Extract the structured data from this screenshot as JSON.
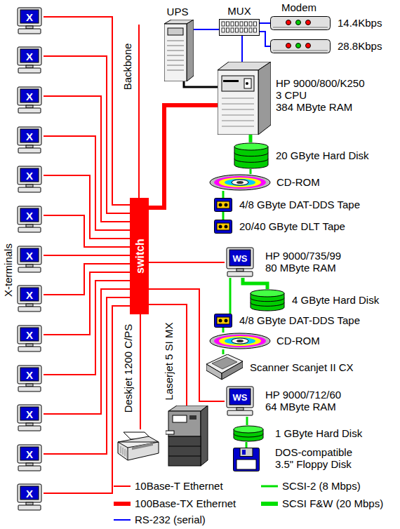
{
  "diagram": {
    "nodes": [
      {
        "text": [
          "X"
        ]
      },
      {
        "text": [
          "X"
        ]
      },
      {
        "text": [
          "X"
        ]
      },
      {
        "text": [
          "X"
        ]
      },
      {
        "text": [
          "X"
        ]
      },
      {
        "text": [
          "X"
        ]
      },
      {
        "text": [
          "X"
        ]
      },
      {
        "text": [
          "X"
        ]
      },
      {
        "text": [
          "X"
        ]
      },
      {
        "text": [
          "X"
        ]
      },
      {
        "text": [
          "X"
        ]
      },
      {
        "text": [
          "X"
        ]
      },
      {
        "text": [
          "X"
        ]
      },
      {
        "text": [
          "switch"
        ]
      },
      {
        "text": [
          "UPS"
        ]
      },
      {
        "text": [
          "MUX"
        ]
      },
      {
        "text": [
          "Modem",
          "14.4Kbps"
        ]
      },
      {
        "text": [
          "28.8Kbps"
        ]
      },
      {
        "text": [
          "HP 9000/800/K250 3 CPU 384 MByte RAM"
        ]
      },
      {
        "text": [
          "20 GByte Hard Disk"
        ]
      },
      {
        "text": [
          "CD-ROM"
        ]
      },
      {
        "text": [
          "4/8 GByte DAT-DDS Tape"
        ]
      },
      {
        "text": [
          "20/40 GByte DLT Tape"
        ]
      },
      {
        "text": [
          "WS",
          "HP 9000/735/99 80 MByte RAM"
        ]
      },
      {
        "text": [
          "4 GByte Hard Disk"
        ]
      },
      {
        "text": [
          "4/8 GByte DAT-DDS Tape"
        ]
      },
      {
        "text": [
          "CD-ROM"
        ]
      },
      {
        "text": [
          "Scanner Scanjet II CX"
        ]
      },
      {
        "text": [
          "WS",
          "HP 9000/712/60 64 MByte RAM"
        ]
      },
      {
        "text": [
          "1 GByte Hard Disk"
        ]
      },
      {
        "text": [
          "DOS-compatible 3.5\" Floppy Disk"
        ]
      },
      {
        "text": [
          "Deskjet 1200 C/PS"
        ]
      },
      {
        "text": [
          "Laserjet 5 SI MX"
        ]
      }
    ],
    "edges": [
      {
        "from": 0,
        "to": 13,
        "arrow": "none"
      },
      {
        "from": 1,
        "to": 13,
        "arrow": "none"
      },
      {
        "from": 2,
        "to": 13,
        "arrow": "none"
      },
      {
        "from": 3,
        "to": 13,
        "arrow": "none"
      },
      {
        "from": 4,
        "to": 13,
        "arrow": "none"
      },
      {
        "from": 5,
        "to": 13,
        "arrow": "none"
      },
      {
        "from": 6,
        "to": 13,
        "arrow": "none"
      },
      {
        "from": 7,
        "to": 13,
        "arrow": "none"
      },
      {
        "from": 8,
        "to": 13,
        "arrow": "none"
      },
      {
        "from": 9,
        "to": 13,
        "arrow": "none"
      },
      {
        "from": 10,
        "to": 13,
        "arrow": "none"
      },
      {
        "from": 11,
        "to": 13,
        "arrow": "none"
      },
      {
        "from": 12,
        "to": 13,
        "arrow": "none"
      },
      {
        "from": 13,
        "to": 18,
        "arrow": "none"
      },
      {
        "from": 14,
        "to": 18,
        "arrow": "none"
      },
      {
        "from": 14,
        "to": 15,
        "arrow": "none"
      },
      {
        "from": 15,
        "to": 16,
        "arrow": "none"
      },
      {
        "from": 15,
        "to": 17,
        "arrow": "none"
      },
      {
        "from": 15,
        "to": 18,
        "arrow": "none"
      },
      {
        "from": 18,
        "to": 19,
        "arrow": "none"
      },
      {
        "from": 19,
        "to": 20,
        "arrow": "none"
      },
      {
        "from": 20,
        "to": 21,
        "arrow": "none"
      },
      {
        "from": 21,
        "to": 22,
        "arrow": "none"
      },
      {
        "from": 13,
        "to": 23,
        "arrow": "none"
      },
      {
        "from": 23,
        "to": 24,
        "arrow": "none"
      },
      {
        "from": 23,
        "to": 25,
        "arrow": "none"
      },
      {
        "from": 25,
        "to": 26,
        "arrow": "none"
      },
      {
        "from": 26,
        "to": 27,
        "arrow": "none"
      },
      {
        "from": 13,
        "to": 28,
        "arrow": "none"
      },
      {
        "from": 28,
        "to": 29,
        "arrow": "none"
      },
      {
        "from": 29,
        "to": 30,
        "arrow": "none"
      },
      {
        "from": 13,
        "to": 31,
        "arrow": "none"
      },
      {
        "from": 13,
        "to": 32,
        "arrow": "none"
      }
    ],
    "labels": [
      "Backbone",
      "X-terminals"
    ],
    "legend": [
      {
        "text": "10Base-T Ethernet"
      },
      {
        "text": "100Base-TX Ethernet"
      },
      {
        "text": "RS-232 (serial)"
      },
      {
        "text": "SCSI-2 (8 Mbps)"
      },
      {
        "text": "SCSI F&W (20 Mbps)"
      }
    ]
  }
}
